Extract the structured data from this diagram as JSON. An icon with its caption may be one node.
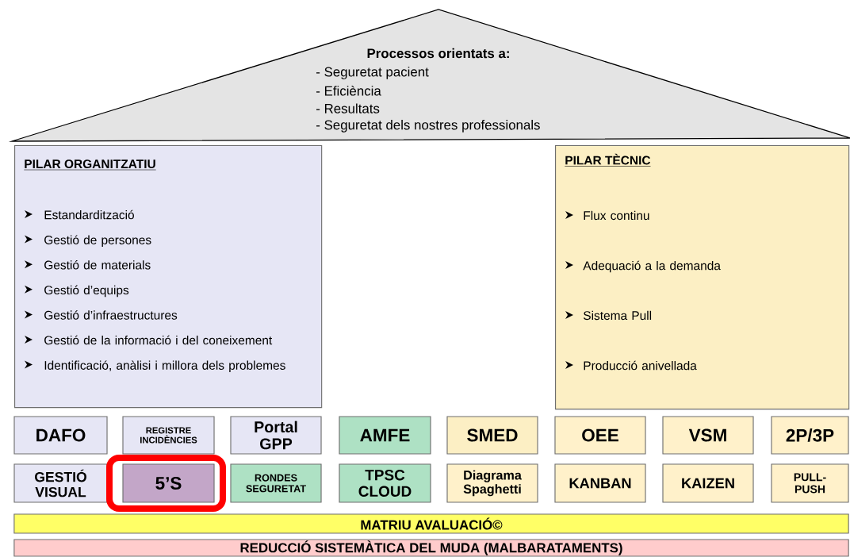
{
  "diagram": {
    "nodes": [
      {
        "text": [
          "Processos orientats a:",
          "- Seguretat pacient",
          "- Eficiència",
          "- Resultats",
          "- Seguretat dels nostres professionals"
        ]
      },
      {
        "text": [
          "PILAR ORGANITZATIU",
          "Estandardització",
          "Gestió de persones",
          "Gestió de materials",
          "Gestió d’equips",
          "Gestió d’infraestructures",
          "Gestió de la informació i del coneixement",
          "Identificació, anàlisi i millora dels problemes"
        ]
      },
      {
        "text": [
          "PILAR TÈCNIC",
          "Flux continu",
          "Adequació a la demanda",
          "Sistema Pull",
          "Producció anivellada"
        ]
      },
      {
        "text": [
          "DAFO"
        ]
      },
      {
        "text": [
          "REGISTRE INCIDÈNCIES"
        ]
      },
      {
        "text": [
          "Portal GPP"
        ]
      },
      {
        "text": [
          "AMFE"
        ]
      },
      {
        "text": [
          "SMED"
        ]
      },
      {
        "text": [
          "OEE"
        ]
      },
      {
        "text": [
          "VSM"
        ]
      },
      {
        "text": [
          "2P/3P"
        ]
      },
      {
        "text": [
          "GESTIÓ VISUAL"
        ]
      },
      {
        "text": [
          "5’S"
        ]
      },
      {
        "text": [
          "RONDES SEGURETAT"
        ]
      },
      {
        "text": [
          "TPSC CLOUD"
        ]
      },
      {
        "text": [
          "Diagrama Spaghetti"
        ]
      },
      {
        "text": [
          "KANBAN"
        ]
      },
      {
        "text": [
          "KAIZEN"
        ]
      },
      {
        "text": [
          "PULL-PUSH"
        ]
      },
      {
        "text": [
          "MATRIU AVALUACIÓ©"
        ]
      },
      {
        "text": [
          "REDUCCIÓ SISTEMÀTICA DEL MUDA (MALBARATAMENTS)"
        ]
      }
    ]
  }
}
